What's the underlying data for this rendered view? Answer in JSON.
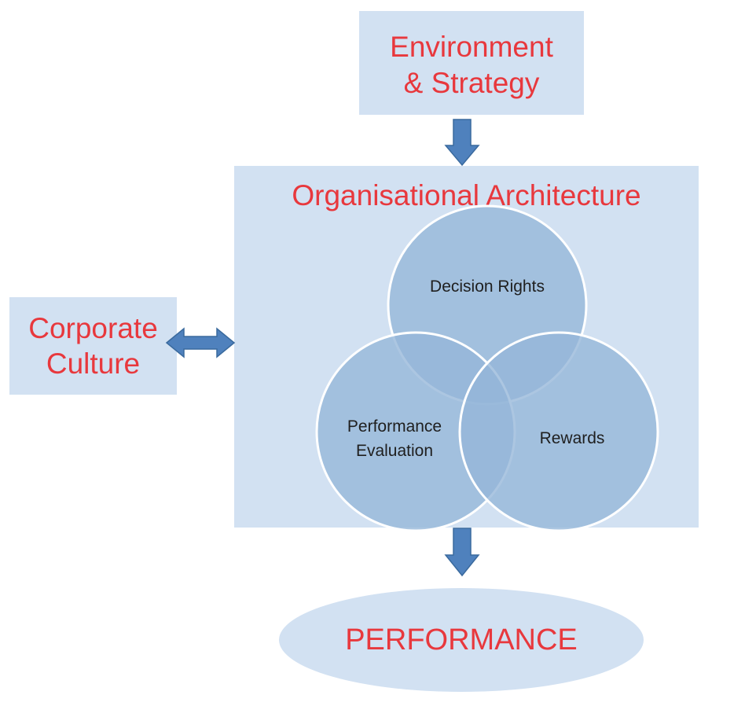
{
  "diagram": {
    "environment_strategy": {
      "lines": [
        "Environment",
        "& Strategy"
      ]
    },
    "organisational_architecture": {
      "title": "Organisational Architecture",
      "circles": {
        "decision_rights": "Decision Rights",
        "performance_evaluation": [
          "Performance",
          "Evaluation"
        ],
        "rewards": "Rewards"
      }
    },
    "corporate_culture": {
      "lines": [
        "Corporate",
        "Culture"
      ]
    },
    "performance": {
      "label": "PERFORMANCE"
    }
  },
  "colors": {
    "box_fill": "#d2e1f2",
    "circle_fill": "#95b6d9",
    "circle_stroke": "#ffffff",
    "arrow_fill": "#4f81bd",
    "label_red": "#e8383d",
    "label_dark": "#1f1f1f"
  }
}
